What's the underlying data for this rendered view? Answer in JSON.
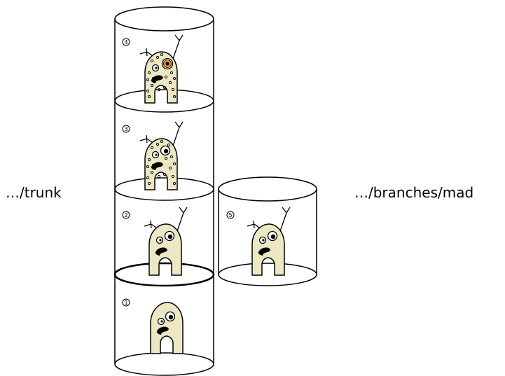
{
  "labels": {
    "trunk": "…/trunk",
    "branch": "…/branches/mad"
  },
  "revisions": [
    {
      "number": "1",
      "location": "trunk",
      "spots": false,
      "orange_eye": false
    },
    {
      "number": "2",
      "location": "trunk",
      "spots": false,
      "orange_eye": false
    },
    {
      "number": "3",
      "location": "trunk",
      "spots": true,
      "orange_eye": false
    },
    {
      "number": "4",
      "location": "trunk",
      "spots": true,
      "orange_eye": true
    },
    {
      "number": "5",
      "location": "branch",
      "spots": false,
      "orange_eye": false
    }
  ],
  "colors": {
    "monster_body": "#ede8c4",
    "outline": "#000000",
    "orange_eye": "#f39c12",
    "background": "#ffffff"
  }
}
